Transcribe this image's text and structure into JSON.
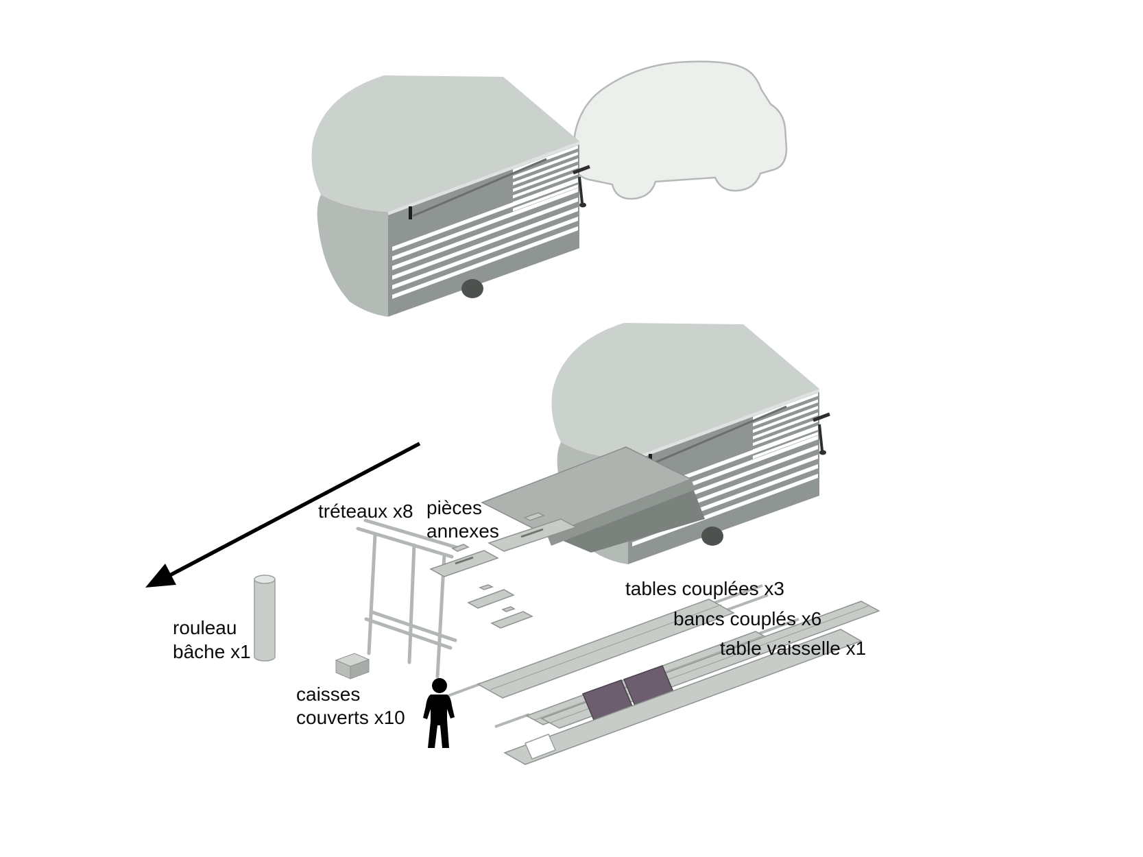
{
  "labels": {
    "treteaux": "tréteaux x8",
    "pieces_1": "pièces",
    "pieces_2": "annexes",
    "rouleau_1": "rouleau",
    "rouleau_2": "bâche x1",
    "caisses_1": "caisses",
    "caisses_2": "couverts x10",
    "tables": "tables couplées x3",
    "bancs": "bancs couplés x6",
    "vaisselle": "table vaisselle x1"
  },
  "palette": {
    "background": "#ffffff",
    "trailer_roof": "#cbd1cd",
    "trailer_side": "#8e9592",
    "trailer_front": "#b4bab6",
    "vent_slat": "#ffffff",
    "car_fill": "#ecefec",
    "car_outline": "#b5b9b5",
    "panel_fill": "#aeb3af",
    "panel_shadow": "#7b817d",
    "item_fill": "#c8ccc8",
    "item_outline": "#8f948f",
    "sink_fill": "#6c5e6e",
    "ink": "#000000"
  }
}
